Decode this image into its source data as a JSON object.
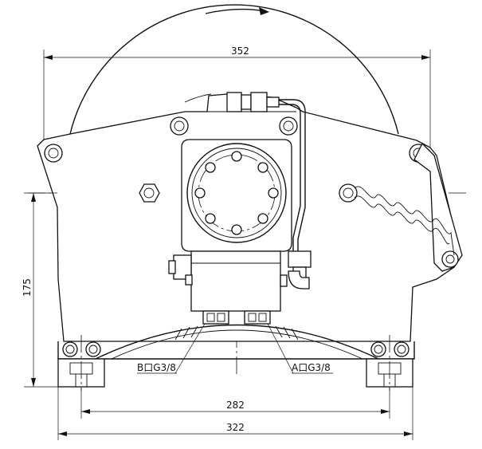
{
  "dimensions": {
    "top_width": "352",
    "left_height": "175",
    "bottom_inner": "282",
    "bottom_outer": "322"
  },
  "ports": {
    "b_port": "B口G3/8",
    "a_port": "A口G3/8"
  }
}
